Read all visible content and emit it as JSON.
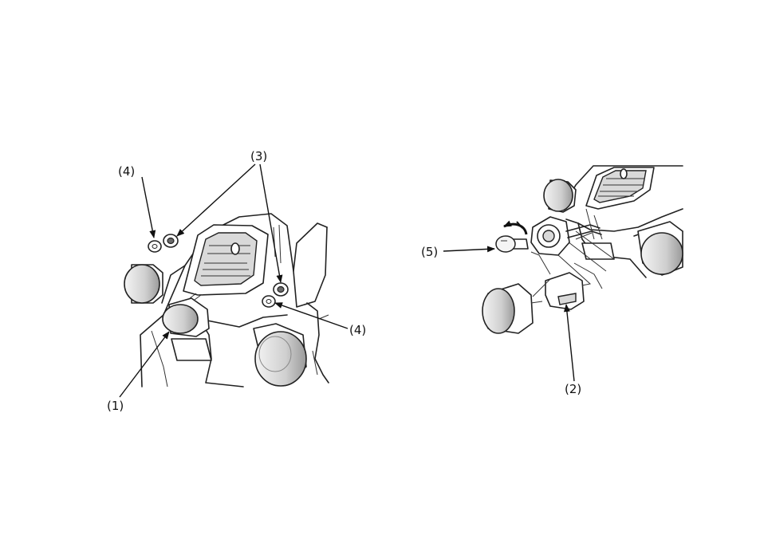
{
  "callouts": {
    "c1": "(1)",
    "c2": "(2)",
    "c3": "(3)",
    "c4_left": "(4)",
    "c4_right": "(4)",
    "c5": "(5)"
  }
}
